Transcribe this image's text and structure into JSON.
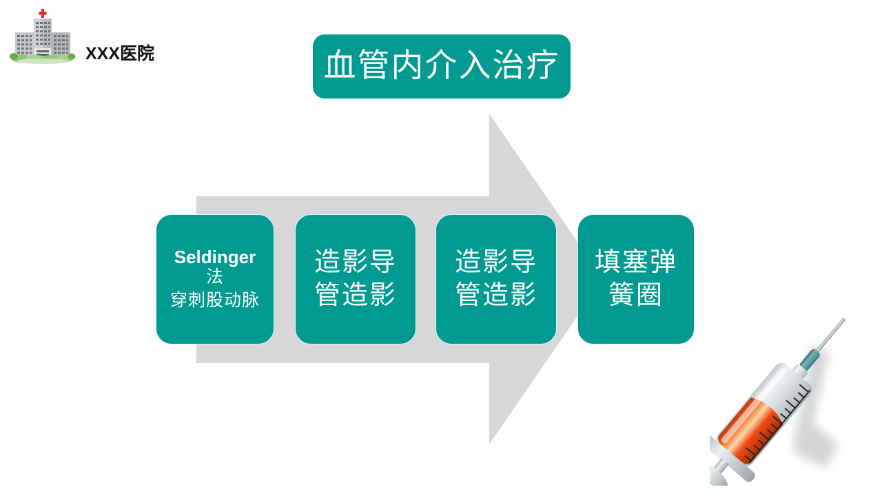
{
  "slide": {
    "background_color": "#FFFFFF",
    "accent_color": "#009A91",
    "arrow_color": "#D7D7D7",
    "text_color": "#FFFFFF"
  },
  "logo": {
    "icon_name": "hospital-building-icon",
    "hospital_name": "XXX医院",
    "cross_color": "#D32F2F",
    "building_color": "#9E9E9E",
    "foliage_color": "#7FB069"
  },
  "title": {
    "text": "血管内介入治疗",
    "background_color": "#009A91"
  },
  "process": {
    "arrow_direction": "right",
    "arrow_color": "#D7D7D7",
    "steps": [
      {
        "id": "step-1",
        "lines": [
          "Seldinger",
          "法",
          "穿刺股动脉"
        ],
        "line1": "Seldinger",
        "line2": "法",
        "line3": "穿刺股动脉"
      },
      {
        "id": "step-2",
        "lines": [
          "造影导",
          "管造影"
        ],
        "line1": "造影导",
        "line2": "管造影"
      },
      {
        "id": "step-3",
        "lines": [
          "造影导",
          "管造影"
        ],
        "line1": "造影导",
        "line2": "管造影"
      },
      {
        "id": "step-4",
        "lines": [
          "填塞弹",
          "簧圈"
        ],
        "line1": "填塞弹",
        "line2": "簧圈"
      }
    ]
  },
  "decoration": {
    "syringe": {
      "icon_name": "syringe-icon",
      "needle_color": "#9AA3A8",
      "hub_color": "#4E9A98",
      "barrel_color": "#DDE3E6",
      "fluid_color": "#E23A12",
      "plunger_color": "#C7CDD1"
    }
  }
}
